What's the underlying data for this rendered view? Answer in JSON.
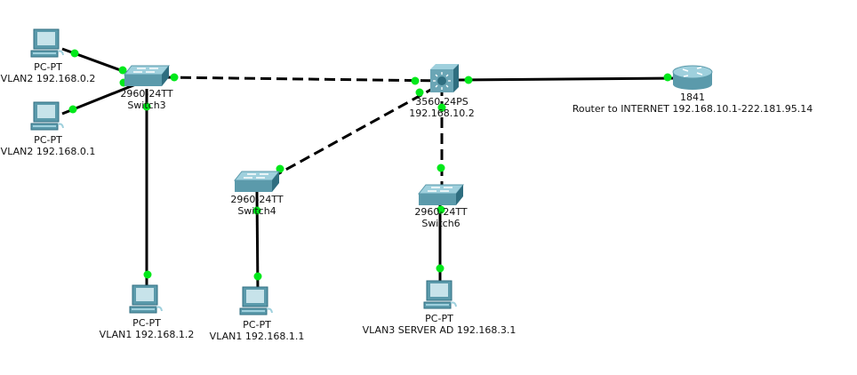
{
  "colors": {
    "link": "#000000",
    "port_dot": "#00e81a",
    "device_body": "#5b9aab",
    "device_light": "#9fd0dd",
    "device_dark": "#2f6e80"
  },
  "devices": [
    {
      "id": "pc1",
      "type": "pc",
      "model": "PC-PT",
      "name": "VLAN2 192.168.0.2"
    },
    {
      "id": "pc2",
      "type": "pc",
      "model": "PC-PT",
      "name": "VLAN2 192.168.0.1"
    },
    {
      "id": "sw3",
      "type": "switch",
      "model": "2960-24TT",
      "name": "Switch3"
    },
    {
      "id": "ml",
      "type": "multilayer-switch",
      "model": "3560-24PS",
      "name": "192.168.10.2"
    },
    {
      "id": "router",
      "type": "router",
      "model": "1841",
      "name": "Router to INTERNET 192.168.10.1-222.181.95.14"
    },
    {
      "id": "sw4",
      "type": "switch",
      "model": "2960-24TT",
      "name": "Switch4"
    },
    {
      "id": "sw6",
      "type": "switch",
      "model": "2960-24TT",
      "name": "Switch6"
    },
    {
      "id": "pc3",
      "type": "pc",
      "model": "PC-PT",
      "name": "VLAN1 192.168.1.2"
    },
    {
      "id": "pc4",
      "type": "pc",
      "model": "PC-PT",
      "name": "VLAN1 192.168.1.1"
    },
    {
      "id": "pc5",
      "type": "pc",
      "model": "PC-PT",
      "name": "VLAN3 SERVER AD 192.168.3.1"
    }
  ],
  "links": [
    {
      "from": "pc1",
      "to": "sw3",
      "style": "solid",
      "status": "up"
    },
    {
      "from": "pc2",
      "to": "sw3",
      "style": "solid",
      "status": "up"
    },
    {
      "from": "sw3",
      "to": "pc3",
      "style": "solid",
      "status": "up"
    },
    {
      "from": "sw3",
      "to": "ml",
      "style": "dashed",
      "status": "up"
    },
    {
      "from": "ml",
      "to": "router",
      "style": "solid",
      "status": "up"
    },
    {
      "from": "ml",
      "to": "sw4",
      "style": "dashed",
      "status": "up"
    },
    {
      "from": "ml",
      "to": "sw6",
      "style": "dashed",
      "status": "up"
    },
    {
      "from": "sw4",
      "to": "pc4",
      "style": "solid",
      "status": "up"
    },
    {
      "from": "sw6",
      "to": "pc5",
      "style": "solid",
      "status": "up"
    }
  ]
}
